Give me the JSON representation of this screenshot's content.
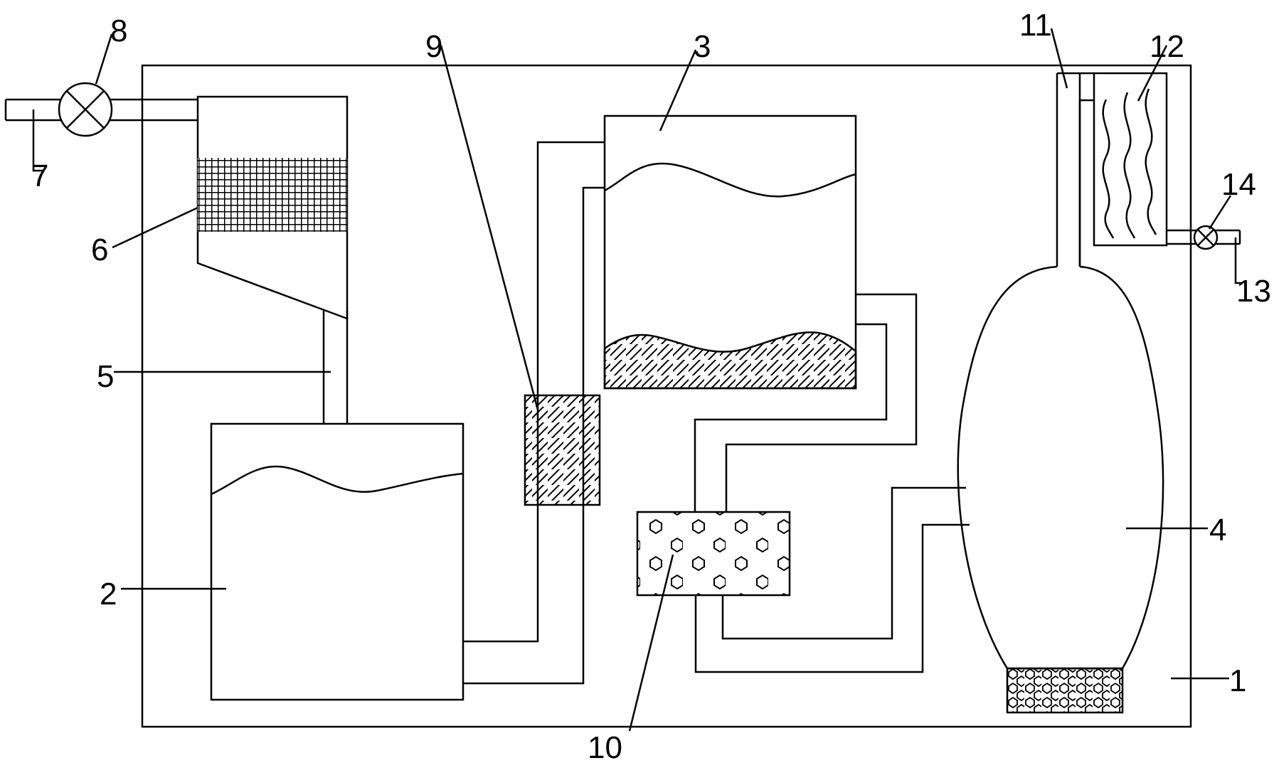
{
  "diagram": {
    "callouts": [
      {
        "id": "1",
        "text": "1"
      },
      {
        "id": "2",
        "text": "2"
      },
      {
        "id": "3",
        "text": "3"
      },
      {
        "id": "4",
        "text": "4"
      },
      {
        "id": "5",
        "text": "5"
      },
      {
        "id": "6",
        "text": "6"
      },
      {
        "id": "7",
        "text": "7"
      },
      {
        "id": "8",
        "text": "8"
      },
      {
        "id": "9",
        "text": "9"
      },
      {
        "id": "10",
        "text": "10"
      },
      {
        "id": "11",
        "text": "11"
      },
      {
        "id": "12",
        "text": "12"
      },
      {
        "id": "13",
        "text": "13"
      },
      {
        "id": "14",
        "text": "14"
      }
    ],
    "colors": {
      "line": "#000000",
      "background": "#ffffff"
    }
  }
}
